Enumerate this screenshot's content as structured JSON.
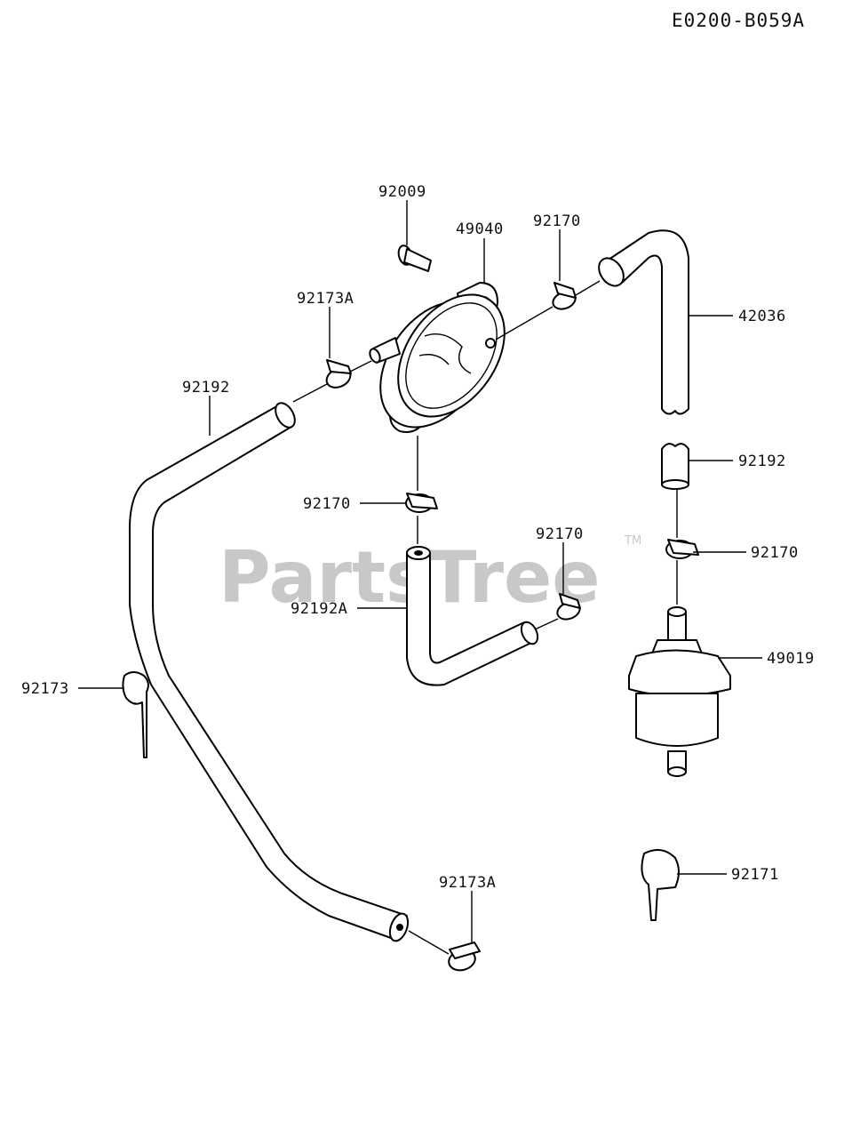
{
  "diagram_code": "E0200-B059A",
  "watermark": {
    "brand": "PartsTree",
    "trademark": "TM"
  },
  "labels": {
    "screw_92009": "92009",
    "pump_49040": "49040",
    "clamp_92170_top": "92170",
    "hose_42036": "42036",
    "clamp_92173a_upper": "92173A",
    "hose_92192_left": "92192",
    "hose_92192_right": "92192",
    "clamp_92170_mid_left": "92170",
    "clamp_92170_mid": "92170",
    "clamp_92170_right": "92170",
    "hose_92192a": "92192A",
    "filter_49019": "49019",
    "clip_92173": "92173",
    "clamp_92173a_lower": "92173A",
    "clip_92171": "92171"
  }
}
